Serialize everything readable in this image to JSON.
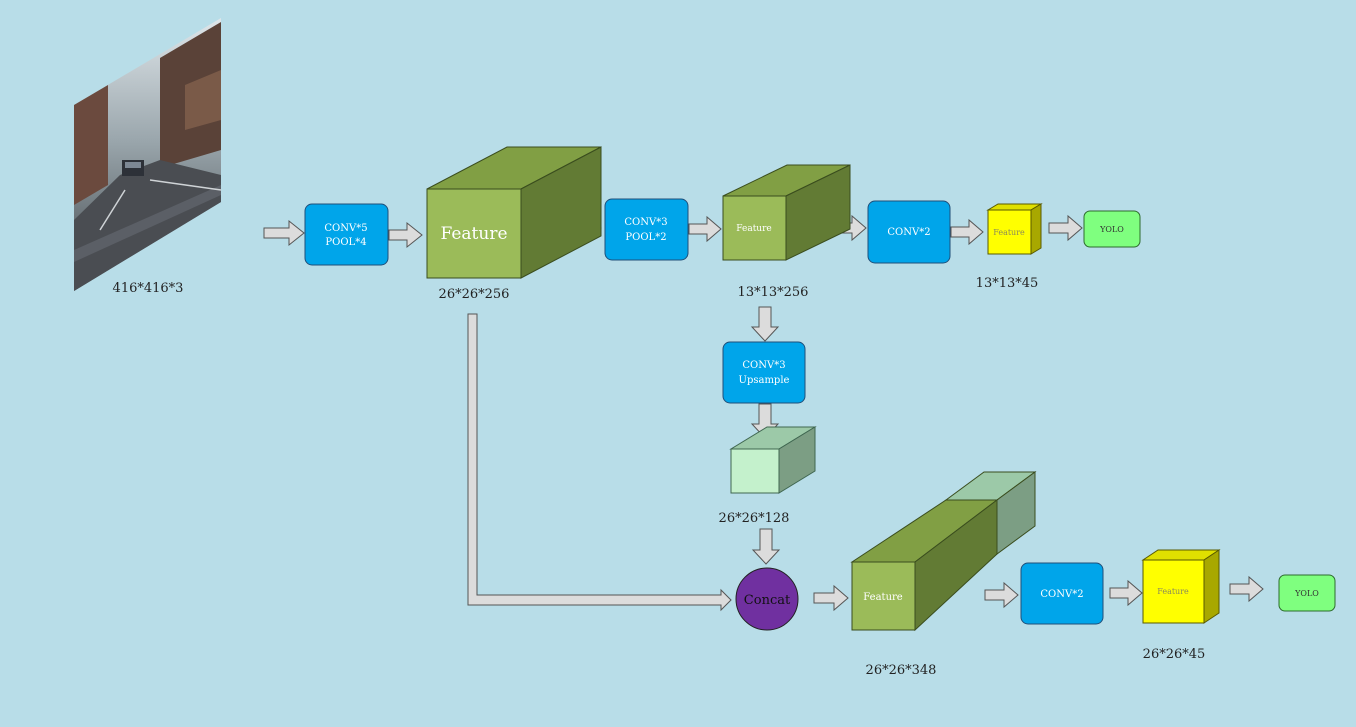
{
  "colors": {
    "background": "#b8dde8",
    "conv_block": "#00a5ea",
    "feature_front": "#9bbb59",
    "feature_top": "#819f44",
    "feature_side": "#627b34",
    "upsample_front": "#c4f1cc",
    "output_feature": "#ffff00",
    "yolo": "#7fff7f",
    "concat": "#7030a0",
    "arrow": "#dcdcdc"
  },
  "input": {
    "dims": "416*416*3"
  },
  "top_branch": {
    "conv1": {
      "line1": "CONV*5",
      "line2": "POOL*4"
    },
    "feature1": {
      "label": "Feature",
      "dims": "26*26*256"
    },
    "conv2": {
      "line1": "CONV*3",
      "line2": "POOL*2"
    },
    "feature2": {
      "label": "Feature",
      "dims": "13*13*256"
    },
    "conv3": {
      "label": "CONV*2"
    },
    "out_feature": {
      "label": "Feature",
      "dims": "13*13*45"
    },
    "yolo": {
      "label": "YOLO"
    }
  },
  "mid_branch": {
    "conv_up": {
      "line1": "CONV*3",
      "line2": "Upsample"
    },
    "up_feature": {
      "dims": "26*26*128"
    }
  },
  "bottom_branch": {
    "concat": {
      "label": "Concat"
    },
    "feature": {
      "label": "Feature",
      "dims": "26*26*348"
    },
    "conv": {
      "label": "CONV*2"
    },
    "out_feature": {
      "label": "Feature",
      "dims": "26*26*45"
    },
    "yolo": {
      "label": "YOLO"
    }
  }
}
